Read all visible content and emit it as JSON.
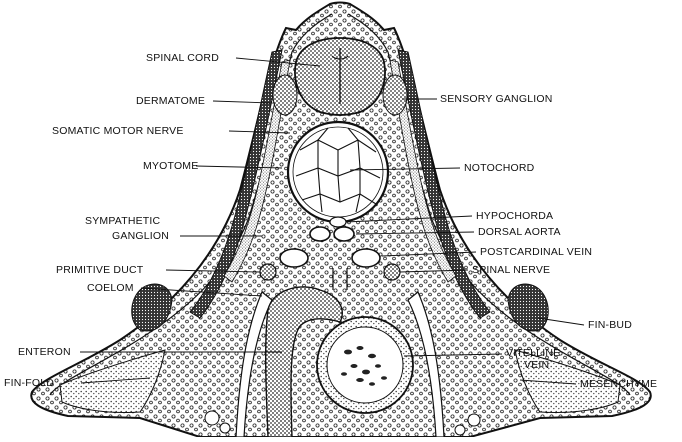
{
  "figure": {
    "colors": {
      "ink": "#111111",
      "paper": "#ffffff"
    },
    "labels": {
      "spinal_cord": "SPINAL CORD",
      "dermatome": "DERMATOME",
      "sensory_ganglion": "SENSORY GANGLION",
      "somatic_motor_nerve": "SOMATIC MOTOR NERVE",
      "myotome": "MYOTOME",
      "notochord": "NOTOCHORD",
      "sympathetic_ganglion_line1": "SYMPATHETIC",
      "sympathetic_ganglion_line2": "GANGLION",
      "hypochorda": "HYPOCHORDA",
      "dorsal_aorta": "DORSAL AORTA",
      "postcardinal_vein": "POSTCARDINAL VEIN",
      "primitive_duct": "PRIMITIVE DUCT",
      "spinal_nerve": "SPINAL NERVE",
      "coelom": "COELOM",
      "fin_bud": "FIN-BUD",
      "enteron": "ENTERON",
      "vitelline_vein_line1": "VITELLINE",
      "vitelline_vein_line2": "VEIN",
      "fin_fold": "FIN-FOLD",
      "mesenchyme": "MESENCHYME"
    }
  }
}
